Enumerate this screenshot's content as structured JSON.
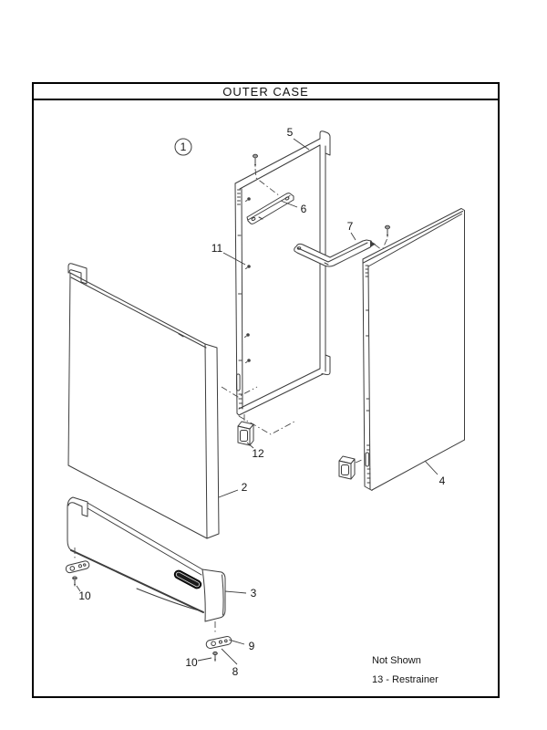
{
  "window": {
    "title": "OUTER CASE"
  },
  "diagram": {
    "callouts": {
      "assembly": {
        "label": "1"
      },
      "back_panel": {
        "label": "5"
      },
      "top_bracket": {
        "label": "6"
      },
      "corner_bracket": {
        "label": "7"
      },
      "rivet": {
        "label": "11"
      },
      "left_panel": {
        "label": "2"
      },
      "clip": {
        "label": "12"
      },
      "right_panel": {
        "label": "4"
      },
      "front_panel": {
        "label": "3"
      },
      "screw_left": {
        "label": "10"
      },
      "hinge_plate": {
        "label": "9"
      },
      "screw_bottom": {
        "label": "10"
      },
      "screw_front": {
        "label": "8"
      }
    },
    "notes": {
      "title": "Not Shown",
      "item": "13 - Restrainer"
    }
  }
}
